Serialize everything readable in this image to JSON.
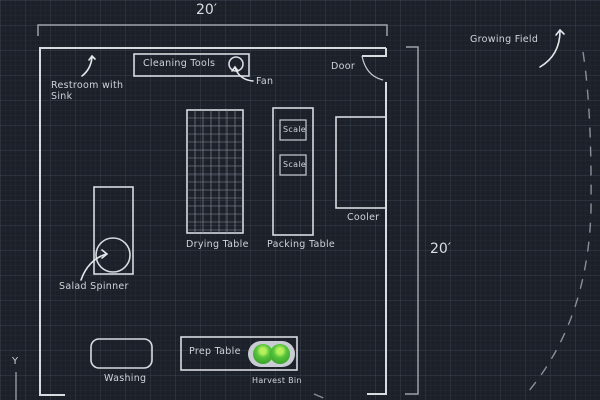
{
  "title": "Wash/Pack Shed Floor Plan",
  "dimensions": {
    "width_label": "20′",
    "depth_label": "20′"
  },
  "colors": {
    "background": "#1c2029",
    "lines": "#d8dbe0",
    "harvest_bin_green": "#55c43a"
  },
  "labels": {
    "restroom": "Restroom with",
    "restroom_line2": "Sink",
    "cleaning_tools": "Cleaning Tools",
    "fan": "Fan",
    "door": "Door",
    "growing_field": "Growing Field",
    "drying_table": "Drying Table",
    "packing_table": "Packing Table",
    "scale_1": "Scale",
    "scale_2": "Scale",
    "cooler": "Cooler",
    "salad_spinner": "Salad Spinner",
    "washing": "Washing",
    "prep_table": "Prep Table",
    "harvest_bin": "Harvest Bin",
    "axis_y": "Y"
  }
}
